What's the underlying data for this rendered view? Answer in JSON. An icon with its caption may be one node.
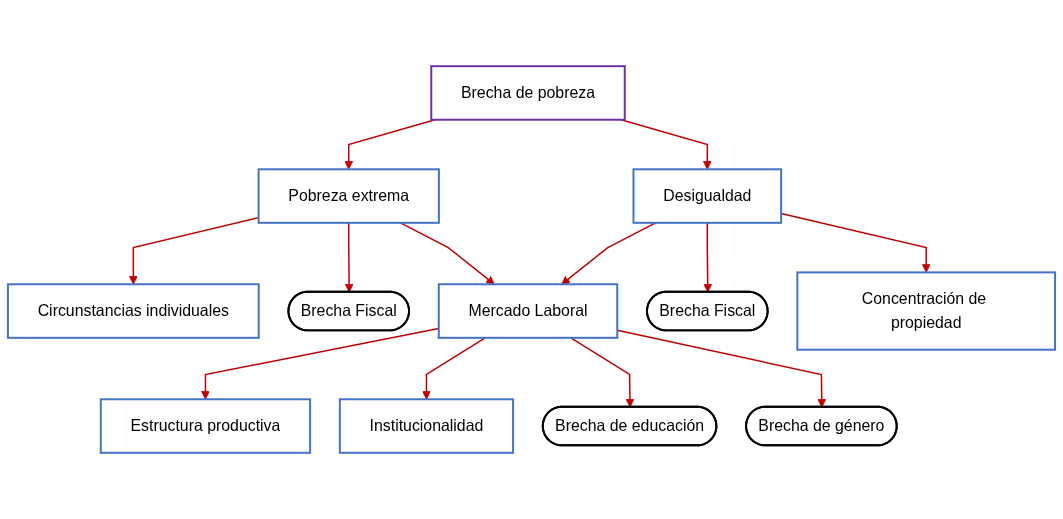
{
  "diagram": {
    "nodes": [
      {
        "text": [
          "Brecha de pobreza"
        ]
      },
      {
        "text": [
          "Pobreza extrema"
        ]
      },
      {
        "text": [
          "Desigualdad"
        ]
      },
      {
        "text": [
          "Circunstancias individuales"
        ]
      },
      {
        "text": [
          "Brecha Fiscal"
        ]
      },
      {
        "text": [
          "Mercado Laboral"
        ]
      },
      {
        "text": [
          "Brecha Fiscal"
        ]
      },
      {
        "text": [
          "Concentración de propiedad"
        ]
      },
      {
        "text": [
          "Estructura productiva"
        ]
      },
      {
        "text": [
          "Institucionalidad"
        ]
      },
      {
        "text": [
          "Brecha de educación"
        ]
      },
      {
        "text": [
          "Brecha de género"
        ]
      }
    ],
    "edges": [
      {
        "from": 0,
        "to": 1,
        "arrow": "to"
      },
      {
        "from": 0,
        "to": 2,
        "arrow": "to"
      },
      {
        "from": 1,
        "to": 3,
        "arrow": "to"
      },
      {
        "from": 1,
        "to": 4,
        "arrow": "to"
      },
      {
        "from": 1,
        "to": 5,
        "arrow": "to"
      },
      {
        "from": 2,
        "to": 5,
        "arrow": "to"
      },
      {
        "from": 2,
        "to": 6,
        "arrow": "to"
      },
      {
        "from": 2,
        "to": 7,
        "arrow": "to"
      },
      {
        "from": 5,
        "to": 8,
        "arrow": "to"
      },
      {
        "from": 5,
        "to": 9,
        "arrow": "to"
      },
      {
        "from": 5,
        "to": 10,
        "arrow": "to"
      },
      {
        "from": 5,
        "to": 11,
        "arrow": "to"
      }
    ]
  }
}
